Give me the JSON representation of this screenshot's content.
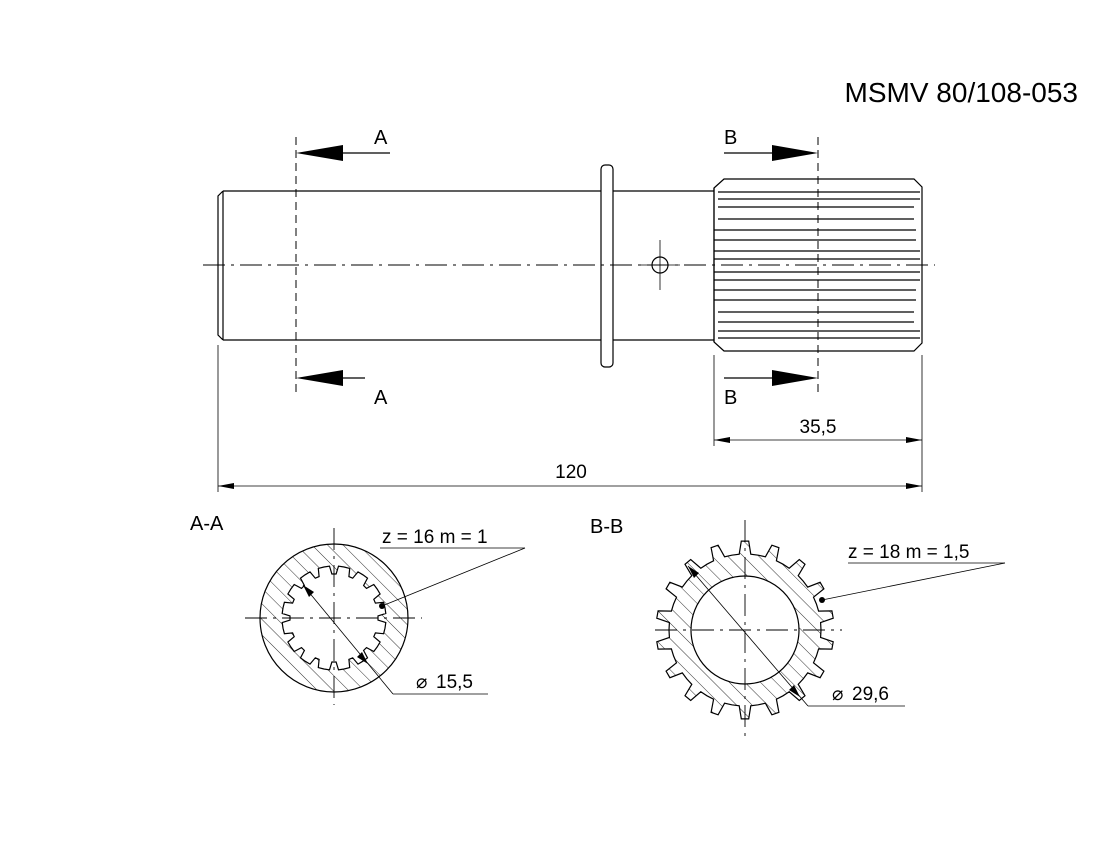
{
  "drawing": {
    "part_number": "MSMV 80/108-053",
    "section_a": {
      "arrow_letter": "A",
      "title": "A-A",
      "spline_spec": "z = 16  m = 1",
      "diameter": "15,5",
      "teeth": 16
    },
    "section_b": {
      "arrow_letter": "B",
      "title": "B-B",
      "spline_spec": "z = 18  m = 1,5",
      "diameter": "29,6",
      "teeth": 18
    },
    "dimensions": {
      "overall_length": "120",
      "spline_length": "35,5"
    },
    "diameter_symbol": "⌀"
  }
}
